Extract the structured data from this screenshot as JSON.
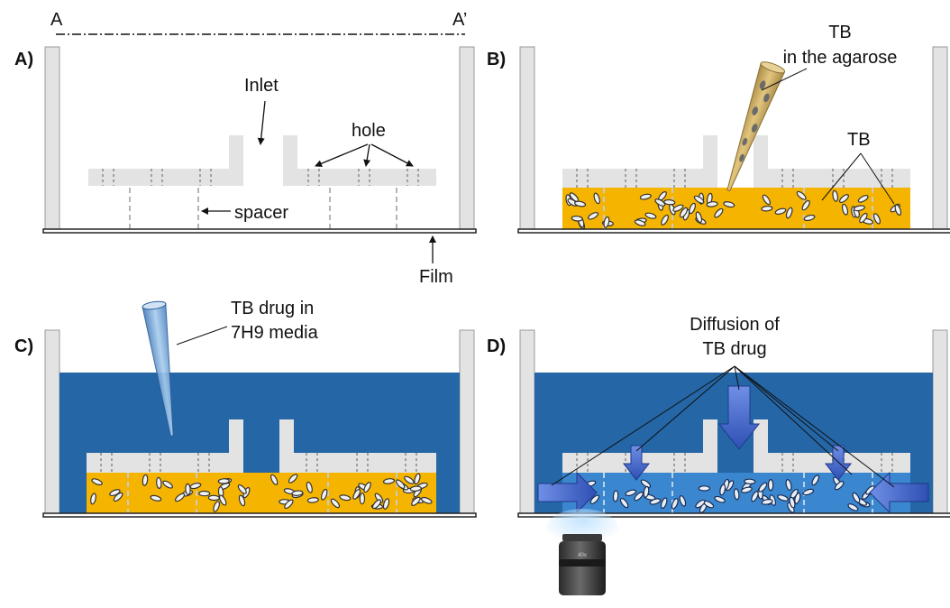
{
  "section_line": {
    "start_label": "A",
    "end_label": "A’"
  },
  "panels": {
    "a": {
      "tag": "A)",
      "inlet_label": "Inlet",
      "hole_label": "hole",
      "spacer_label": "spacer",
      "film_label": "Film"
    },
    "b": {
      "tag": "B)",
      "tip_label_line1": "TB",
      "tip_label_line2": "in the agarose",
      "tb_label": "TB"
    },
    "c": {
      "tag": "C)",
      "drug_label_line1": "TB drug in",
      "drug_label_line2": "7H9 media"
    },
    "d": {
      "tag": "D)",
      "diffusion_line1": "Diffusion of",
      "diffusion_line2": "TB drug",
      "objective_text": "40x"
    }
  },
  "colors": {
    "wall": "#e3e3e3",
    "wall_stroke": "#9a9a9a",
    "agarose": "#f5b400",
    "media": "#2466a6",
    "diffused_gel": "#3a86cf",
    "arrow": "#3a63c8",
    "tip_tb": "#c9a556",
    "tip_drug": "#7fb3e0"
  }
}
